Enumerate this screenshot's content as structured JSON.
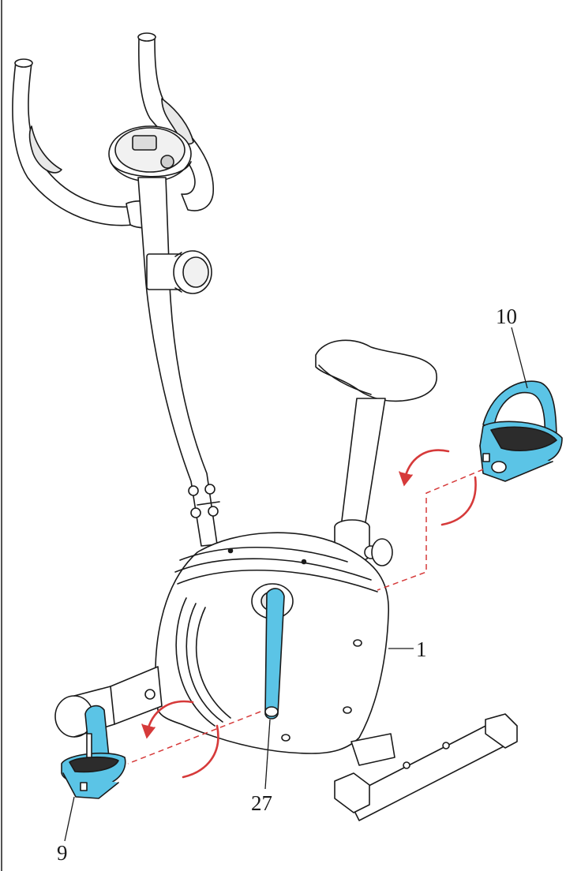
{
  "callouts": {
    "part_10": "10",
    "part_1": "1",
    "part_27": "27",
    "part_9": "9"
  },
  "colors": {
    "line": "#1a1a1a",
    "highlight_part": "#5bc4e6",
    "arrow": "#d63a3a"
  },
  "icons": [
    "rotation-arrow-icon"
  ]
}
